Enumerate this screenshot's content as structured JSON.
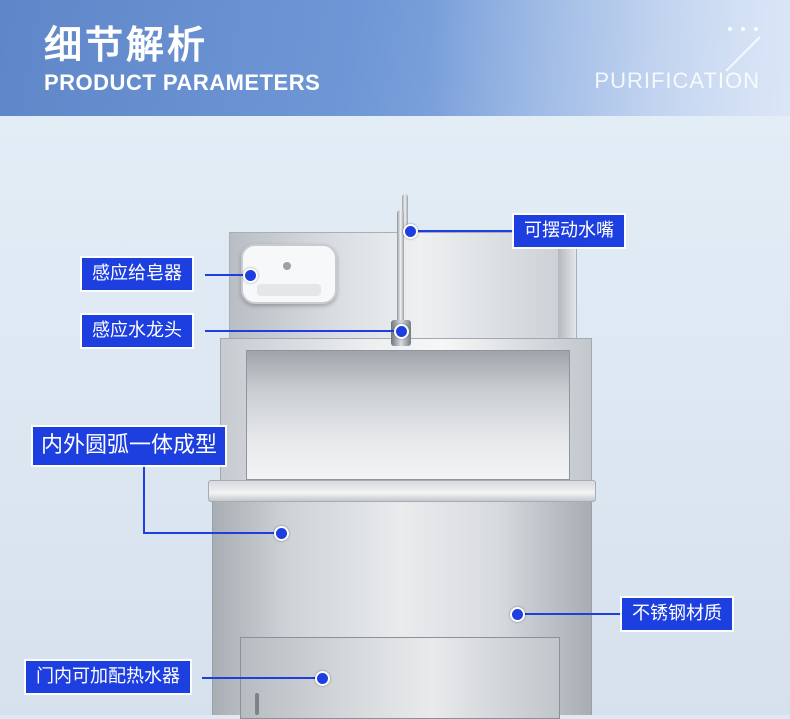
{
  "header": {
    "title_cn": "细节解析",
    "title_en": "PRODUCT PARAMETERS",
    "brand_word": "PURIFICATION"
  },
  "callouts": {
    "swivel_spout": "可摆动水嘴",
    "soap_dispenser": "感应给皂器",
    "sensor_faucet": "感应水龙头",
    "arc_molded": "内外圆弧一体成型",
    "stainless_steel": "不锈钢材质",
    "water_heater": "门内可加配热水器"
  },
  "colors": {
    "label_bg": "#1d3fe0",
    "header_bg": "#6f97d6"
  }
}
